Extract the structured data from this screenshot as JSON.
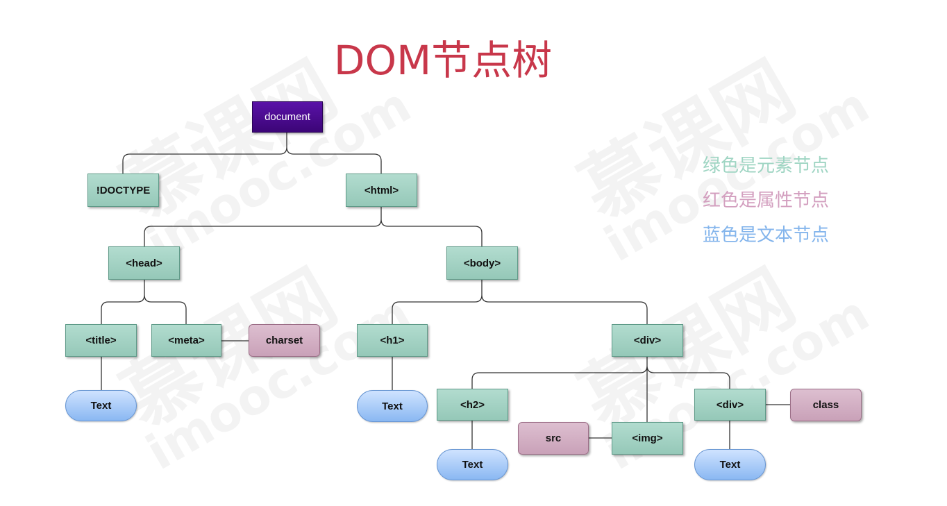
{
  "title": "DOM节点树",
  "legend": {
    "element": {
      "text": "绿色是元素节点",
      "color": "#9fd5c3"
    },
    "attribute": {
      "text": "红色是属性节点",
      "color": "#d39fbf"
    },
    "text": {
      "text": "蓝色是文本节点",
      "color": "#84b5ec"
    }
  },
  "watermark": {
    "text": "慕课网",
    "domain": "imooc.com"
  },
  "nodes": {
    "document": "document",
    "doctype": "!DOCTYPE",
    "html": "<html>",
    "head": "<head>",
    "body": "<body>",
    "title_tag": "<title>",
    "meta": "<meta>",
    "charset": "charset",
    "h1": "<h1>",
    "div_outer": "<div>",
    "h2": "<h2>",
    "img": "<img>",
    "src": "src",
    "div_inner": "<div>",
    "class_attr": "class",
    "text_title": "Text",
    "text_h1": "Text",
    "text_h2": "Text",
    "text_div": "Text"
  }
}
